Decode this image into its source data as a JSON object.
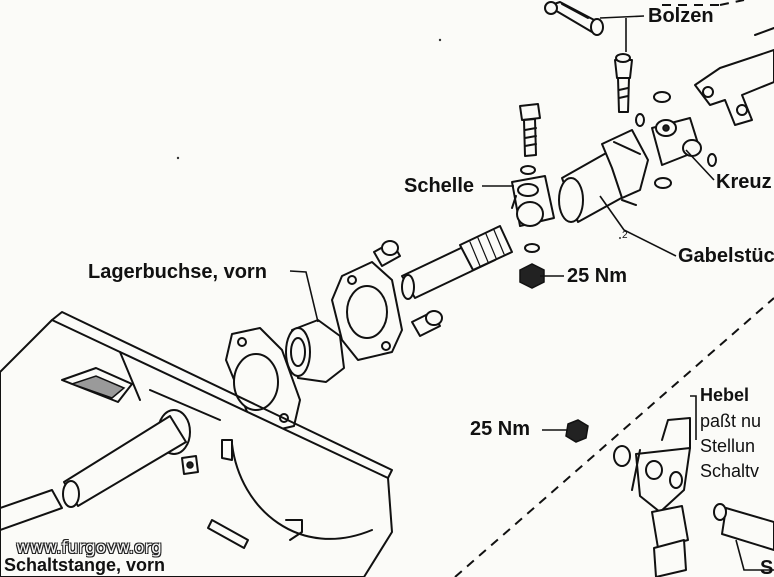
{
  "labels": {
    "bolzen": "Bolzen",
    "kreuz": "Kreuz",
    "schelle": "Schelle",
    "gabelstueck": "Gabelstüc",
    "lagerbuchse": "Lagerbuchse, vorn",
    "torque_upper": "25 Nm",
    "torque_lower": "25 Nm",
    "hebel": "Hebel",
    "hebel_note_1": "paßt nu",
    "hebel_note_2": "Stellun",
    "hebel_note_3": "Schaltv",
    "schaltstange": "Schaltstange, vorn",
    "bottom_right_fragment": "S",
    "small_mark": "2"
  },
  "watermark": "www.furgovw.org",
  "colors": {
    "ink": "#111111",
    "paper": "#fbfbf8"
  }
}
